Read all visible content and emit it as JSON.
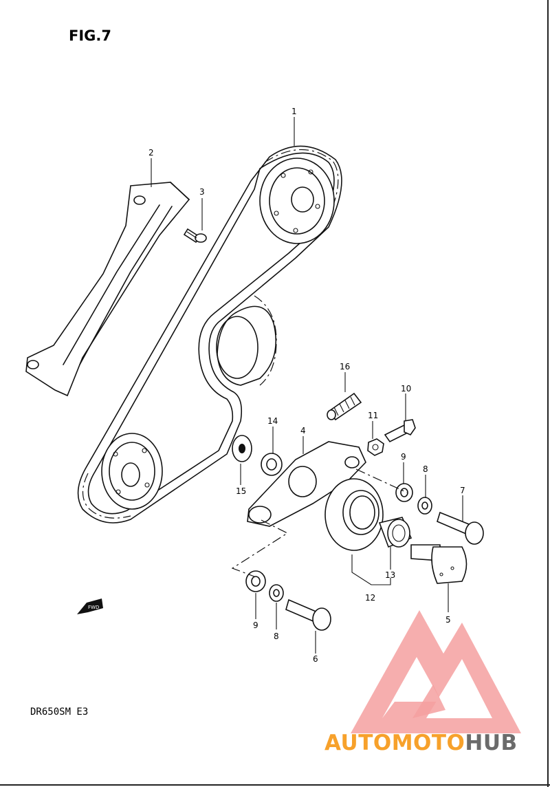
{
  "title": "FIG.7",
  "model": "DR650SM E3",
  "fwd_label": "FWD",
  "watermark": {
    "word1": "AUTOMOTO",
    "word2": "HUB",
    "logo_color": "#f5a0a0",
    "accent1": "#f7a12b",
    "accent2": "#6b6b6b"
  },
  "callouts": [
    {
      "id": "1",
      "label": "1"
    },
    {
      "id": "2",
      "label": "2"
    },
    {
      "id": "3",
      "label": "3"
    },
    {
      "id": "4",
      "label": "4"
    },
    {
      "id": "5",
      "label": "5"
    },
    {
      "id": "6",
      "label": "6"
    },
    {
      "id": "7",
      "label": "7"
    },
    {
      "id": "8a",
      "label": "8"
    },
    {
      "id": "8b",
      "label": "8"
    },
    {
      "id": "9a",
      "label": "9"
    },
    {
      "id": "9b",
      "label": "9"
    },
    {
      "id": "10",
      "label": "10"
    },
    {
      "id": "11",
      "label": "11"
    },
    {
      "id": "12",
      "label": "12"
    },
    {
      "id": "13",
      "label": "13"
    },
    {
      "id": "14",
      "label": "14"
    },
    {
      "id": "15",
      "label": "15"
    },
    {
      "id": "16",
      "label": "16"
    }
  ]
}
